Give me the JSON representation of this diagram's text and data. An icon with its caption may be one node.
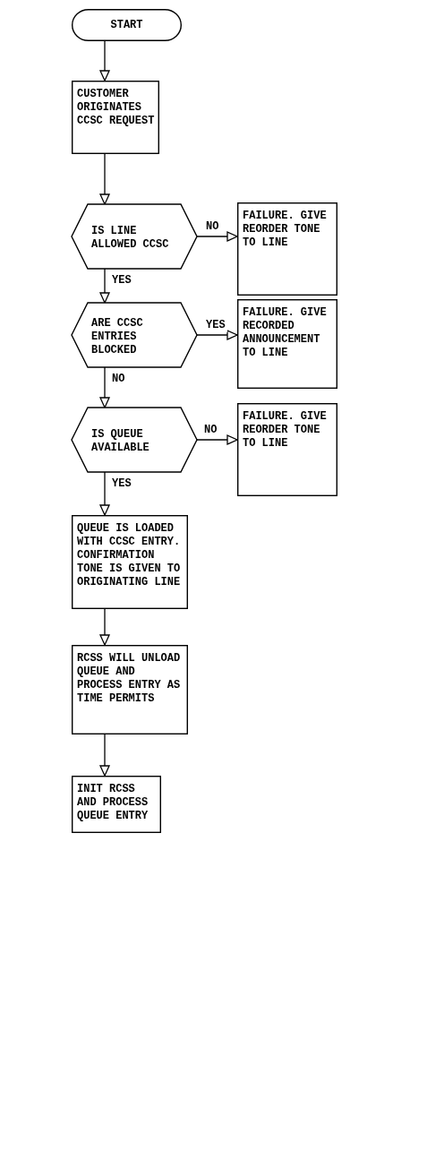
{
  "diagram": {
    "nodes": [
      {
        "text": [
          "START"
        ]
      },
      {
        "text": [
          "CUSTOMER ORIGINATES CCSC REQUEST"
        ]
      },
      {
        "text": [
          "IS LINE ALLOWED CCSC"
        ]
      },
      {
        "text": [
          "FAILURE. GIVE REORDER TONE TO LINE"
        ]
      },
      {
        "text": [
          "ARE CCSC ENTRIES BLOCKED"
        ]
      },
      {
        "text": [
          "FAILURE. GIVE RECORDED ANNOUNCEMENT TO LINE"
        ]
      },
      {
        "text": [
          "IS QUEUE AVAILABLE"
        ]
      },
      {
        "text": [
          "FAILURE. GIVE REORDER TONE TO LINE"
        ]
      },
      {
        "text": [
          "QUEUE IS LOADED WITH CCSC ENTRY. CONFIRMATION TONE IS GIVEN TO ORIGINATING LINE"
        ]
      },
      {
        "text": [
          "RCSS WILL UNLOAD QUEUE AND PROCESS ENTRY AS TIME PERMITS"
        ]
      },
      {
        "text": [
          "INIT RCSS AND PROCESS QUEUE ENTRY"
        ]
      }
    ],
    "edges": [
      {
        "from": 0,
        "to": 1,
        "arrow": "to"
      },
      {
        "from": 1,
        "to": 2,
        "arrow": "to"
      },
      {
        "from": 2,
        "to": 3,
        "arrow": "to",
        "label": "NO"
      },
      {
        "from": 2,
        "to": 4,
        "arrow": "to",
        "label": "YES"
      },
      {
        "from": 4,
        "to": 5,
        "arrow": "to",
        "label": "YES"
      },
      {
        "from": 4,
        "to": 6,
        "arrow": "to",
        "label": "NO"
      },
      {
        "from": 6,
        "to": 7,
        "arrow": "to",
        "label": "NO"
      },
      {
        "from": 6,
        "to": 8,
        "arrow": "to",
        "label": "YES"
      },
      {
        "from": 8,
        "to": 9,
        "arrow": "to"
      },
      {
        "from": 9,
        "to": 10,
        "arrow": "to"
      }
    ]
  }
}
